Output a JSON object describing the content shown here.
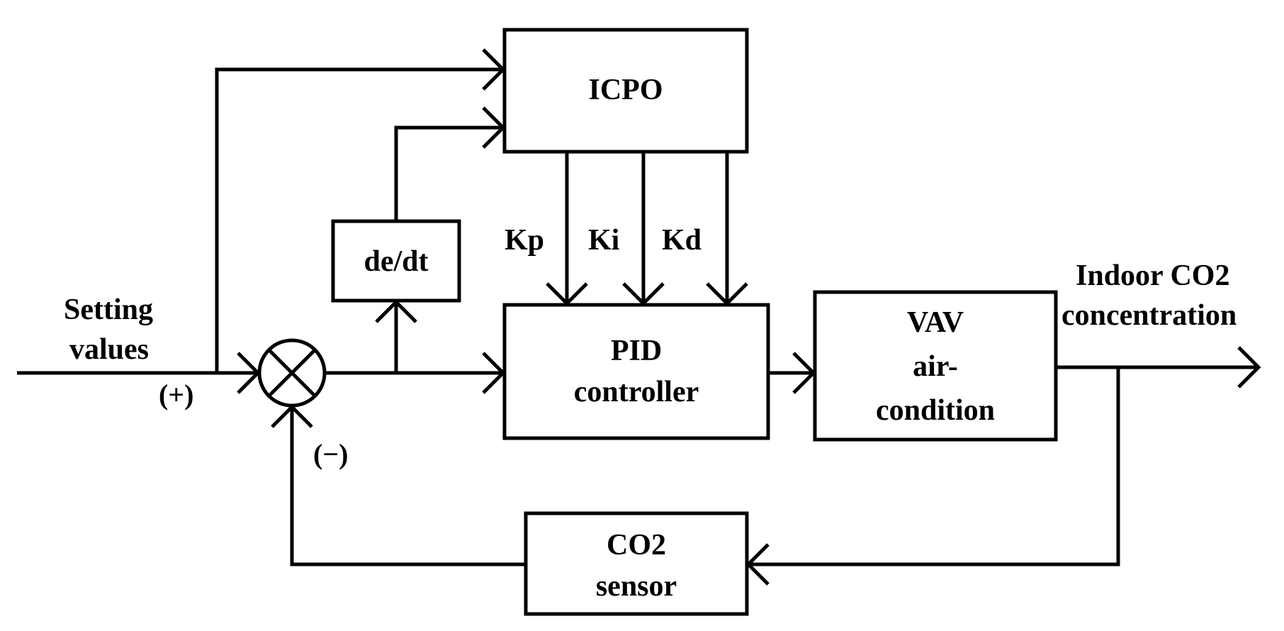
{
  "blocks": {
    "icpo": {
      "label": "ICPO"
    },
    "derivative": {
      "label": "de/dt"
    },
    "pid": {
      "line1": "PID",
      "line2": "controller"
    },
    "vav": {
      "line1": "VAV",
      "line2": "air-",
      "line3": "condition"
    },
    "sensor": {
      "line1": "CO2",
      "line2": "sensor"
    }
  },
  "gains": {
    "kp": "Kp",
    "ki": "Ki",
    "kd": "Kd"
  },
  "signals": {
    "input_line1": "Setting",
    "input_line2": "values",
    "plus": "(+)",
    "minus": "(−)",
    "output_line1": "Indoor CO2",
    "output_line2": "concentration"
  }
}
